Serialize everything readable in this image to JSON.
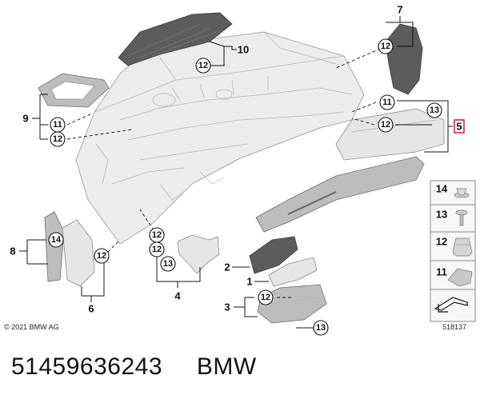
{
  "diagram": {
    "callouts": {
      "n1": "1",
      "n2": "2",
      "n3": "3",
      "n4": "4",
      "n5": "5",
      "n6": "6",
      "n7": "7",
      "n8": "8",
      "n9": "9",
      "n10": "10",
      "c12_top": "12",
      "c12_right": "12",
      "c11_right": "11",
      "c13_right": "13",
      "c12_mid": "12",
      "c11_left": "11",
      "c12_left": "12",
      "c14_left": "14",
      "c12_low_left": "12",
      "c12_center": "12",
      "c12_center2": "12",
      "c13_center": "13",
      "c12_bottom": "12",
      "c13_bottom": "13"
    },
    "legend": {
      "items": [
        "14",
        "13",
        "12",
        "11"
      ]
    },
    "copyright": "© 2021 BMW AG",
    "doc_id": "518137"
  },
  "footer": {
    "part_number": "51459636243",
    "brand": "BMW"
  },
  "colors": {
    "highlight_box": "#e0002a",
    "line": "#111111"
  }
}
